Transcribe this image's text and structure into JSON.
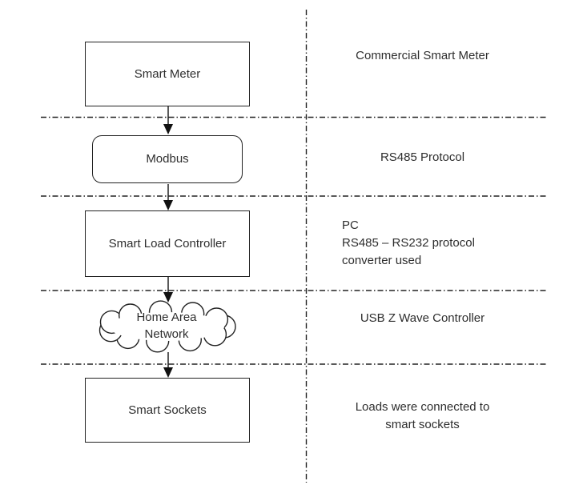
{
  "diagram": {
    "nodes": [
      {
        "id": "smart-meter",
        "shape": "rectangle",
        "label": "Smart Meter"
      },
      {
        "id": "modbus",
        "shape": "rounded-rectangle",
        "label": "Modbus"
      },
      {
        "id": "smart-load-controller",
        "shape": "rectangle",
        "label": "Smart Load Controller"
      },
      {
        "id": "home-area-network",
        "shape": "cloud",
        "label": "Home Area\nNetwork"
      },
      {
        "id": "smart-sockets",
        "shape": "rectangle",
        "label": "Smart Sockets"
      }
    ],
    "connections": [
      {
        "from": "smart-meter",
        "to": "modbus"
      },
      {
        "from": "modbus",
        "to": "smart-load-controller"
      },
      {
        "from": "smart-load-controller",
        "to": "home-area-network"
      },
      {
        "from": "home-area-network",
        "to": "smart-sockets"
      }
    ],
    "annotations": [
      {
        "text": "Commercial Smart Meter"
      },
      {
        "text": "RS485 Protocol"
      },
      {
        "text": "PC\nRS485 – RS232 protocol\nconverter used"
      },
      {
        "text": "USB Z Wave Controller"
      },
      {
        "text": "Loads were connected to\nsmart sockets"
      }
    ],
    "colors": {
      "line": "#222222",
      "text": "#2e2e2e",
      "background": "#ffffff"
    }
  }
}
